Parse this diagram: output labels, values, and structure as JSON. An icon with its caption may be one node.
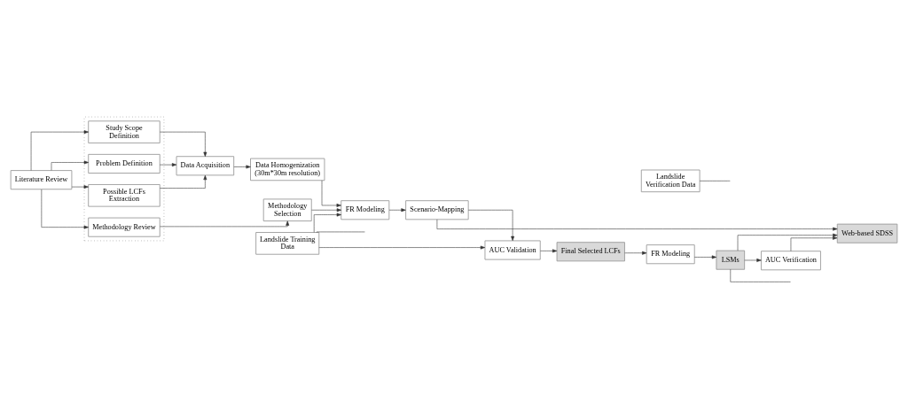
{
  "diagram": {
    "nodes": [
      {
        "text": [
          "Literature Review"
        ]
      },
      {
        "text": [],
        "shape": "box"
      },
      {
        "text": [
          "Study Scope Definition"
        ],
        "in": 1
      },
      {
        "text": [
          "Problem Definition"
        ],
        "in": 1
      },
      {
        "text": [
          "Possible LCFs Extraction"
        ],
        "in": 1
      },
      {
        "text": [
          "Methodology Review"
        ],
        "in": 1
      },
      {
        "text": [
          "Data Acquisition"
        ]
      },
      {
        "text": [
          "Data Homogenization (30m*30m resolution)"
        ]
      },
      {
        "text": [
          "Landslide Training Data"
        ]
      },
      {
        "text": [
          "FR Modeling"
        ]
      },
      {
        "text": [
          "Methodology Selection"
        ]
      },
      {
        "text": [
          "Final Selected LCFs"
        ]
      },
      {
        "text": [
          "AUC Validation"
        ]
      },
      {
        "text": [
          "Scenario-Mapping"
        ]
      },
      {
        "text": [
          "Landslide Verification Data"
        ]
      },
      {
        "text": [
          "FR Modeling"
        ]
      },
      {
        "text": [
          "LSMs"
        ]
      },
      {
        "text": [
          "Web-based SDSS"
        ]
      },
      {
        "text": [
          "AUC Verification"
        ]
      }
    ],
    "edges": [
      {
        "from": 0,
        "to": 2,
        "arrow": "to"
      },
      {
        "from": 0,
        "to": 3,
        "arrow": "to"
      },
      {
        "from": 0,
        "to": 4,
        "arrow": "to"
      },
      {
        "from": 0,
        "to": 5,
        "arrow": "to"
      },
      {
        "from": 2,
        "to": 6,
        "arrow": "to"
      },
      {
        "from": 3,
        "to": 6,
        "arrow": "to"
      },
      {
        "from": 4,
        "to": 6,
        "arrow": "to"
      },
      {
        "from": 5,
        "to": 10,
        "arrow": "to"
      },
      {
        "from": 6,
        "to": 7,
        "arrow": "to"
      },
      {
        "from": 7,
        "to": 9,
        "arrow": "to"
      },
      {
        "from": 8,
        "to": 9,
        "arrow": "to"
      },
      {
        "from": 8,
        "to": 12,
        "arrow": "to"
      },
      {
        "from": 8,
        "to": null,
        "arrow": "none"
      },
      {
        "from": 10,
        "to": 9,
        "arrow": "to"
      },
      {
        "from": 9,
        "to": 13,
        "arrow": "to"
      },
      {
        "from": 13,
        "to": 12,
        "arrow": "to"
      },
      {
        "from": 12,
        "to": 11,
        "arrow": "to"
      },
      {
        "from": 11,
        "to": 15,
        "arrow": "to"
      },
      {
        "from": 14,
        "to": null,
        "arrow": "none"
      },
      {
        "from": 15,
        "to": 16,
        "arrow": "to"
      },
      {
        "from": 16,
        "to": 17,
        "arrow": "to"
      },
      {
        "from": 16,
        "to": 18,
        "arrow": "to"
      },
      {
        "from": 16,
        "to": null,
        "arrow": "none"
      },
      {
        "from": 13,
        "to": 17,
        "arrow": "to"
      },
      {
        "from": 18,
        "to": 17,
        "arrow": "to"
      }
    ]
  }
}
